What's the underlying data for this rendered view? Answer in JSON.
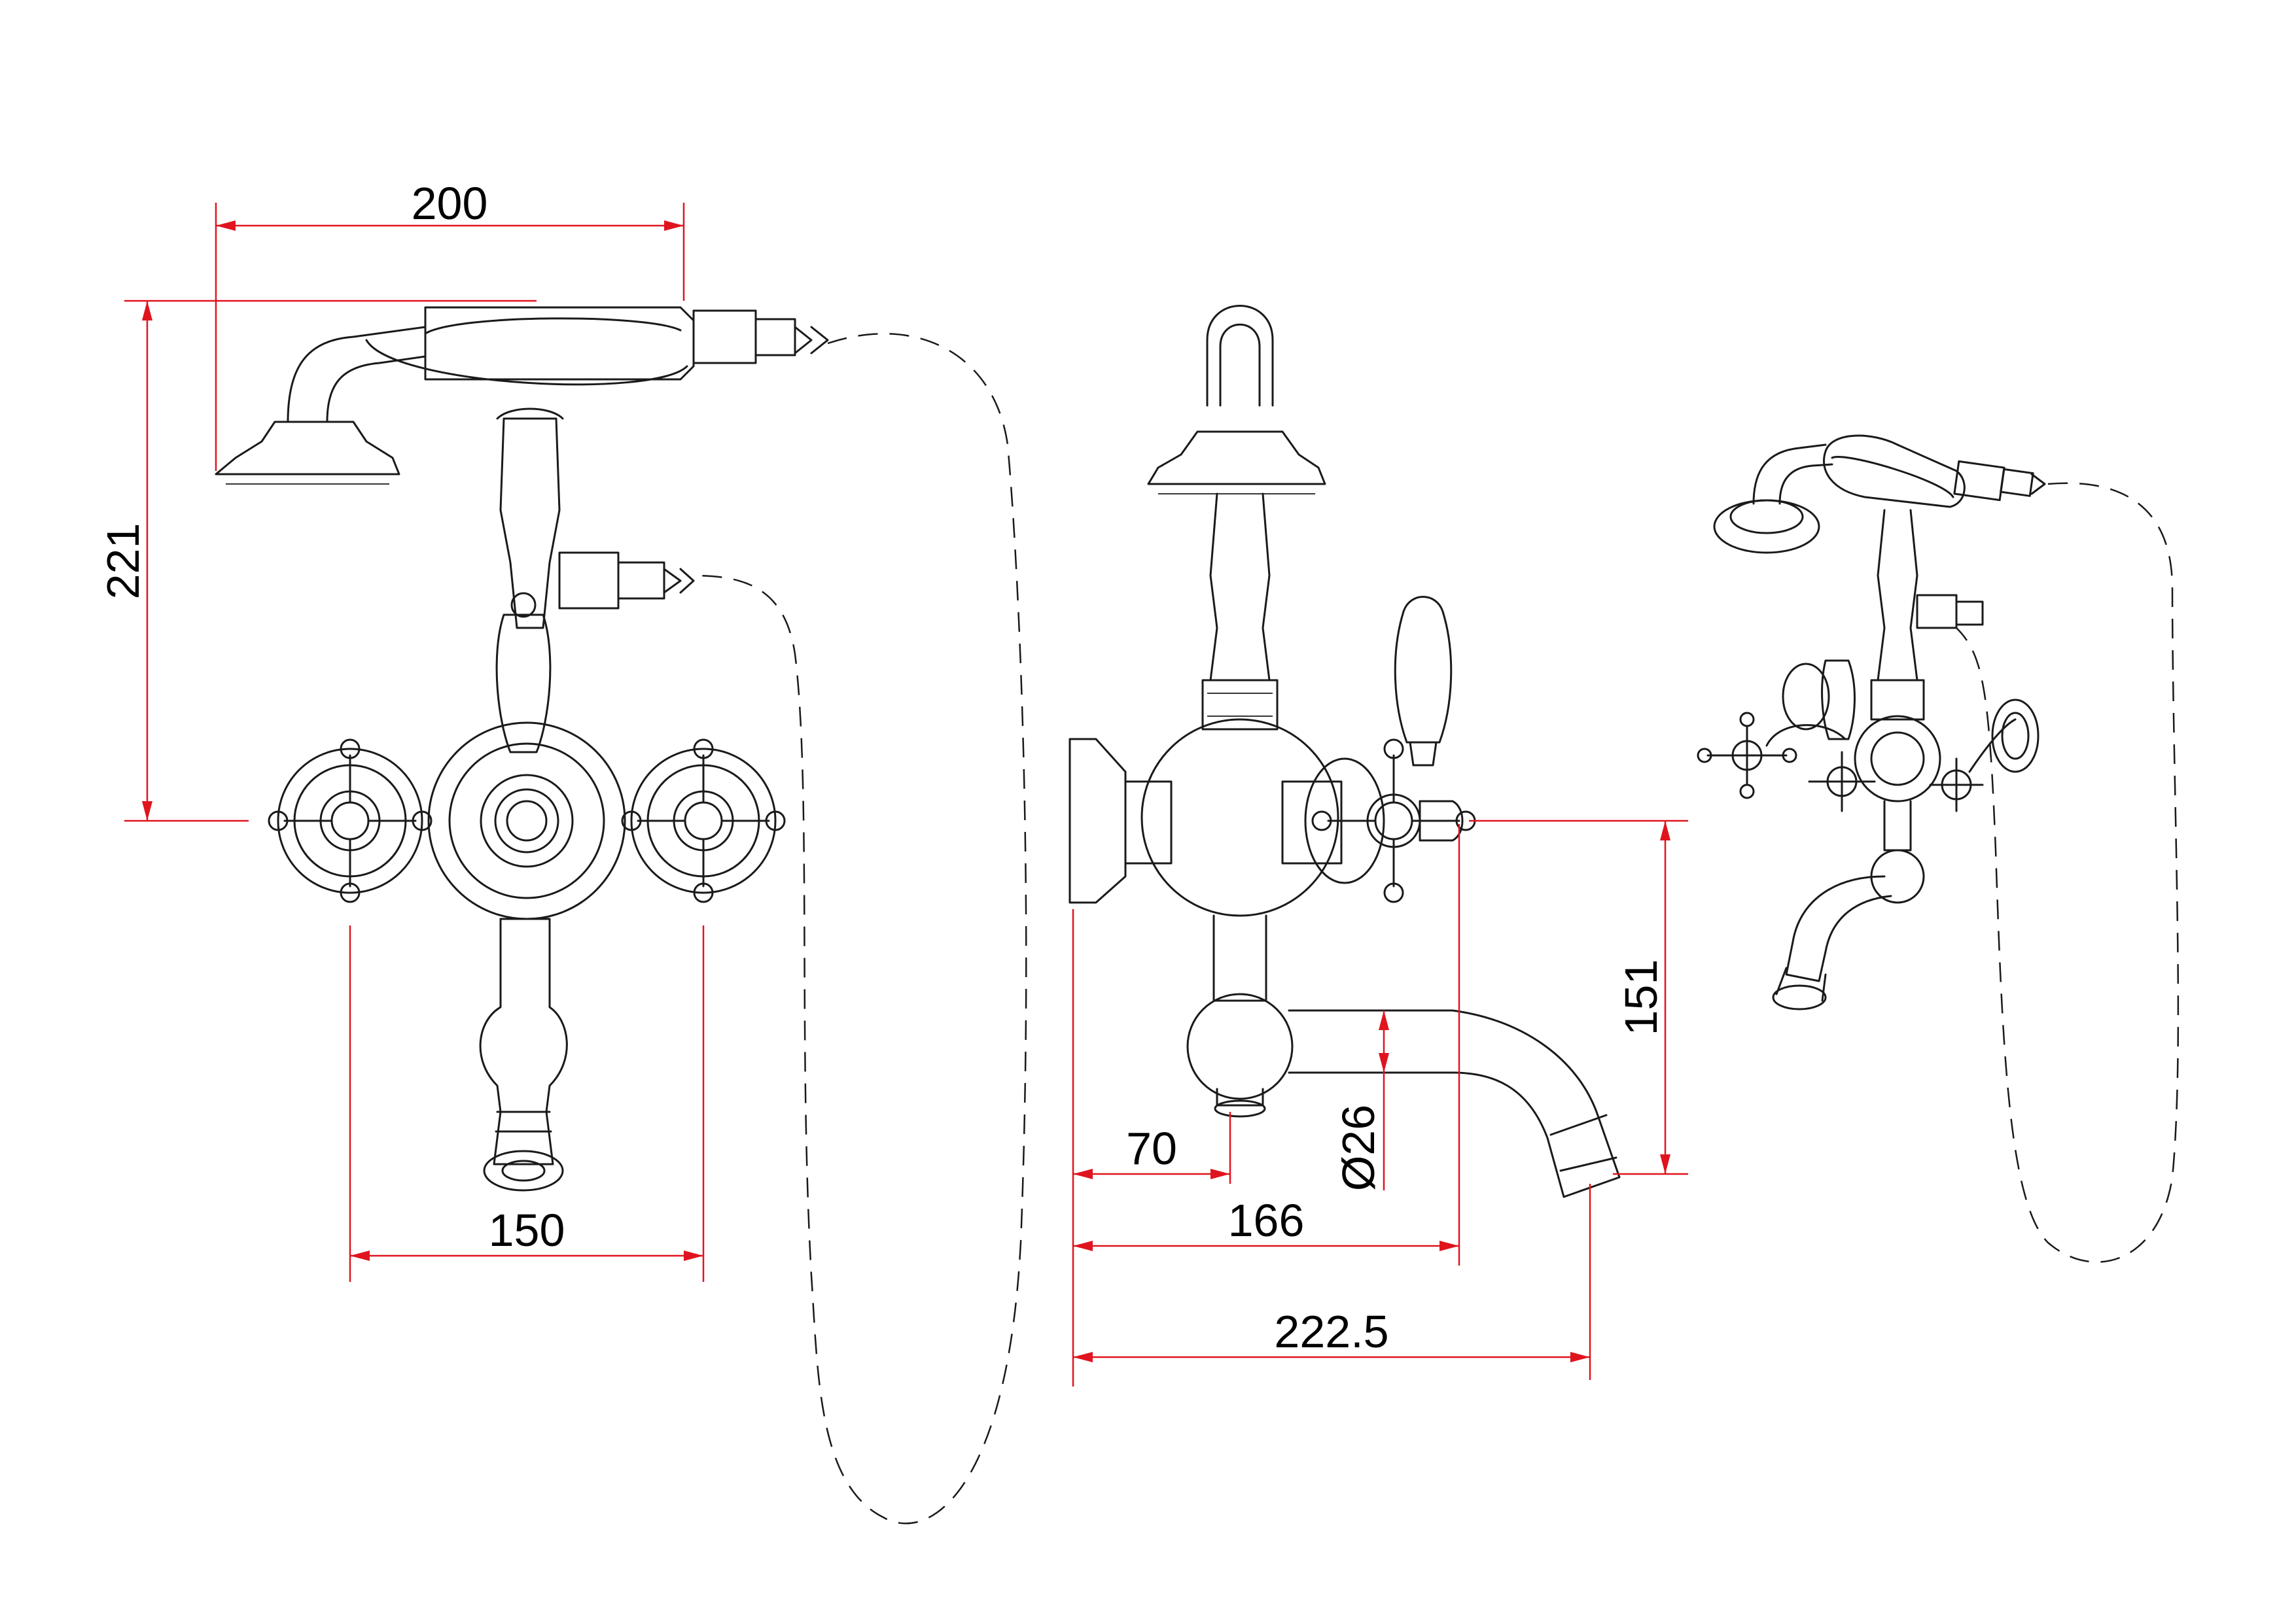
{
  "dimensions": {
    "front_width": "200",
    "front_height": "221",
    "front_spacing": "150",
    "side_offset": "70",
    "side_depth": "166",
    "side_total": "222.5",
    "side_diameter": "Ø26",
    "side_height": "151"
  },
  "colors": {
    "dimension_line": "#e0141e",
    "outline": "#1a1a1a"
  }
}
